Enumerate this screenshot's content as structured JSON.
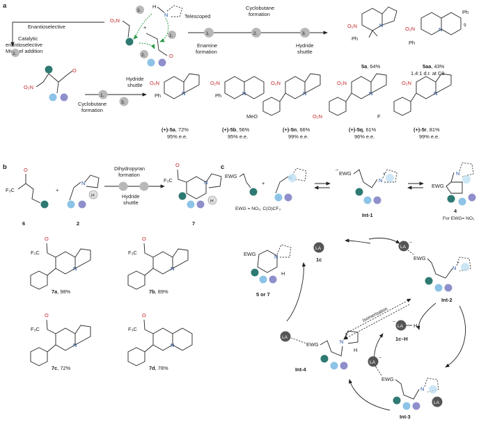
{
  "panels": [
    "a",
    "b",
    "c"
  ],
  "colors": {
    "teal": "#2e7a72",
    "light_blue": "#8cc3e6",
    "lavender": "#8f8fcc",
    "grey_step": "#b8b8b8",
    "dark_ball": "#555555",
    "highlight": "#bfe0f2",
    "green_arrow": "#2e9a48",
    "nitro_red": "#c0262b",
    "nitrogen_blue": "#1f4e9c"
  },
  "a": {
    "enantioselective": "Enantioselective",
    "telescoped": "Telescoped",
    "cyclobutane_formation_top": "Cyclobutane\nformation",
    "enamine_formation": "Enamine\nformation",
    "hydride_shuttle_top": "Hydride\nshuttle",
    "catalytic": "Catalytic\nenantioselective\nMichael addition",
    "cyclobutane_formation_left": "Cyclobutane\nformation",
    "hydride_shuttle_left": "Hydride\nshuttle",
    "steps_top": [
      "1.",
      "2.",
      "3."
    ],
    "steps_left": [
      "1.",
      "3."
    ],
    "reactant_numbers": [
      "3.",
      "1.",
      "2."
    ],
    "step_catalytic": "2.",
    "nitro": "O₂N",
    "oxygen": "O",
    "nitrogen": "N",
    "hydrogen": "H",
    "plus": "+",
    "c9": "9",
    "ph": "Ph",
    "products_top": [
      {
        "id": "5a",
        "yield": "64%",
        "extra": ""
      },
      {
        "id": "5aa",
        "yield": "43%",
        "extra": "1.4:1 d.r. at C9"
      }
    ],
    "products_row": [
      {
        "id": "(+)-5a",
        "yield": "72%",
        "ee": "95% e.e."
      },
      {
        "id": "(+)-5b",
        "yield": "56%",
        "ee": "95% e.e."
      },
      {
        "id": "(+)-5n",
        "yield": "66%",
        "ee": "99% e.e."
      },
      {
        "id": "(+)-5q",
        "yield": "61%",
        "ee": "96% e.e."
      },
      {
        "id": "(+)-5r",
        "yield": "81%",
        "ee": "99% e.e."
      }
    ],
    "substituents": [
      "MeO",
      "O₂N",
      "F"
    ]
  },
  "b": {
    "dihydropyran_formation": "Dihydropyran\nformation",
    "hydride_shuttle": "Hydride\nshuttle",
    "cf3": "F₃C",
    "oxygen": "O",
    "nitrogen": "N",
    "hydrogen": "H",
    "plus": "+",
    "compounds": [
      "6",
      "2",
      "7"
    ],
    "products": [
      {
        "id": "7a",
        "yield": "98%"
      },
      {
        "id": "7b",
        "yield": "89%"
      },
      {
        "id": "7c",
        "yield": "72%"
      },
      {
        "id": "7d",
        "yield": "78%"
      }
    ]
  },
  "c": {
    "ewg": "EWG",
    "ewg_def": "EWG = NO₂, C(O)CF₃",
    "for_ewg": "For EWG= NO₂",
    "compound_4": "4",
    "int1": "Int-1",
    "int2": "Int-2",
    "int3": "Int-3",
    "int4": "Int-4",
    "lewis_acid": "LA",
    "lewis_acid_id": "1c",
    "lewis_acid_h": "1c–H",
    "product_label": "5 or 7",
    "isomerisation": "Isomerisation",
    "nitrogen": "N",
    "hydrogen": "H",
    "minus": "–",
    "plus": "+",
    "dot": "•"
  }
}
